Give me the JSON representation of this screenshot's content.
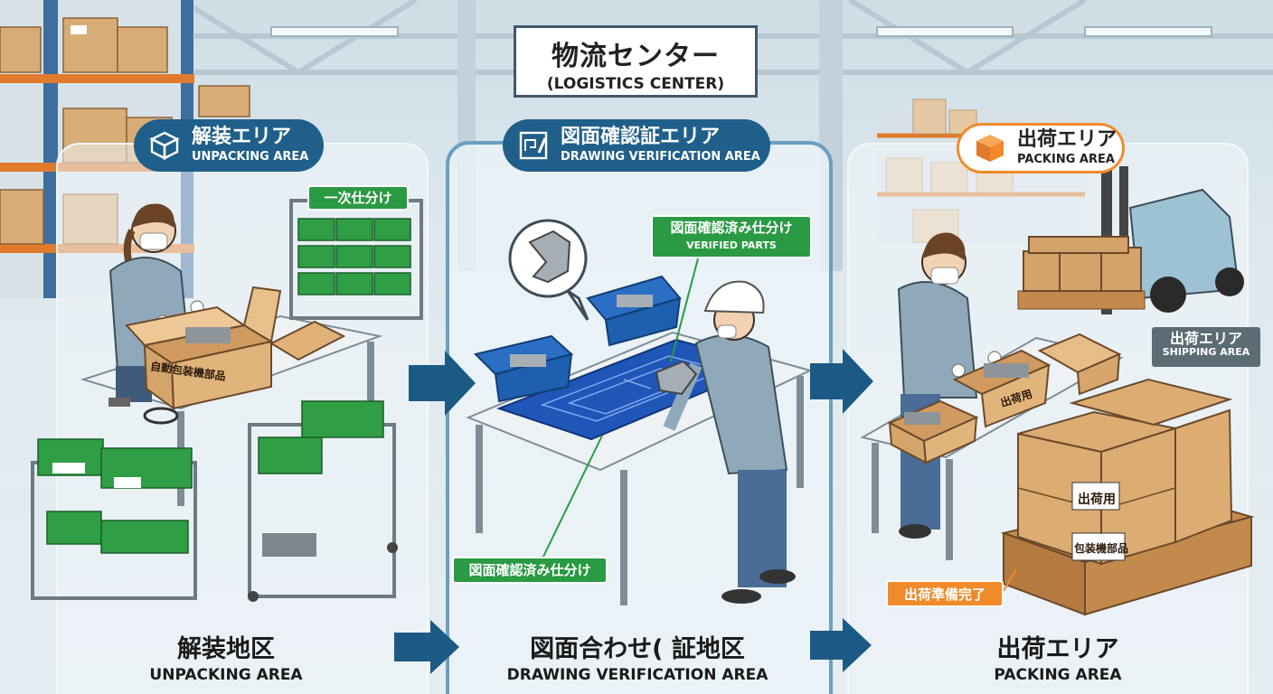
{
  "header": {
    "title": "物流センター",
    "subtitle": "(LOGISTICS CENTER)"
  },
  "areas": [
    {
      "badge_jp": "解装エリア",
      "badge_en": "UNPACKING AREA",
      "footer_jp": "解装地区",
      "footer_en": "UNPACKING AREA",
      "icon": "box-outline-icon"
    },
    {
      "badge_jp": "図面確認証エリア",
      "badge_en": "DRAWING VERIFICATION AREA",
      "footer_jp": "図面合わせ( 証地区",
      "footer_en": "DRAWING VERIFICATION AREA",
      "icon": "blueprint-icon"
    },
    {
      "badge_jp": "出荷エリア",
      "badge_en": "PACKING AREA",
      "footer_jp": "出荷エリア",
      "footer_en": "PACKING AREA",
      "icon": "orange-box-icon"
    }
  ],
  "labels": {
    "primary_sort": "一次仕分け",
    "verified_jp": "図面確認済み仕分け",
    "verified_en": "VERIFIED PARTS",
    "verified_bottom": "図面確認済み仕分け",
    "ready": "出荷準備完了",
    "shipping_jp": "出荷エリア",
    "shipping_en": "SHIPPING AREA",
    "box_auto": "自動包装機部品",
    "box_ship": "出荷用",
    "box_ship2": "出荷用",
    "box_pack": "包装機部品"
  },
  "colors": {
    "navy": "#1f5f8a",
    "green": "#2a9a44",
    "orange": "#f08a2a",
    "arrow": "#1c5a86"
  }
}
